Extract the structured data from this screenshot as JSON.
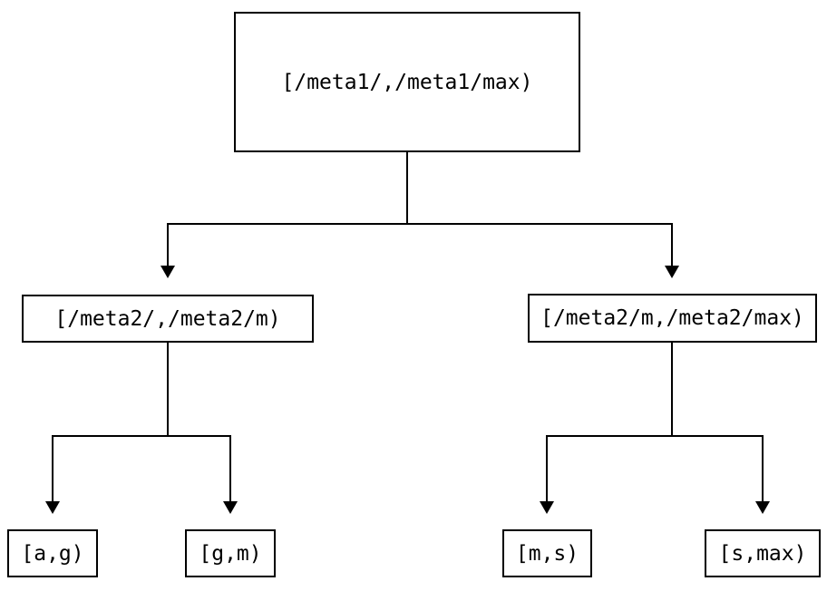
{
  "diagram": {
    "type": "binary-tree",
    "colors": {
      "background": "#ffffff",
      "line": "#000000",
      "box_border": "#000000",
      "box_fill": "#ffffff",
      "text": "#000000"
    },
    "nodes": {
      "root": {
        "label": "[/meta1/,/meta1/max)"
      },
      "left": {
        "label": "[/meta2/,/meta2/m)"
      },
      "right": {
        "label": "[/meta2/m,/meta2/max)"
      },
      "leaf_ag": {
        "label": "[a,g)"
      },
      "leaf_gm": {
        "label": "[g,m)"
      },
      "leaf_ms": {
        "label": "[m,s)"
      },
      "leaf_smax": {
        "label": "[s,max)"
      }
    },
    "edges": [
      {
        "from": "root",
        "to": "left"
      },
      {
        "from": "root",
        "to": "right"
      },
      {
        "from": "left",
        "to": "leaf_ag"
      },
      {
        "from": "left",
        "to": "leaf_gm"
      },
      {
        "from": "right",
        "to": "leaf_ms"
      },
      {
        "from": "right",
        "to": "leaf_smax"
      }
    ]
  }
}
